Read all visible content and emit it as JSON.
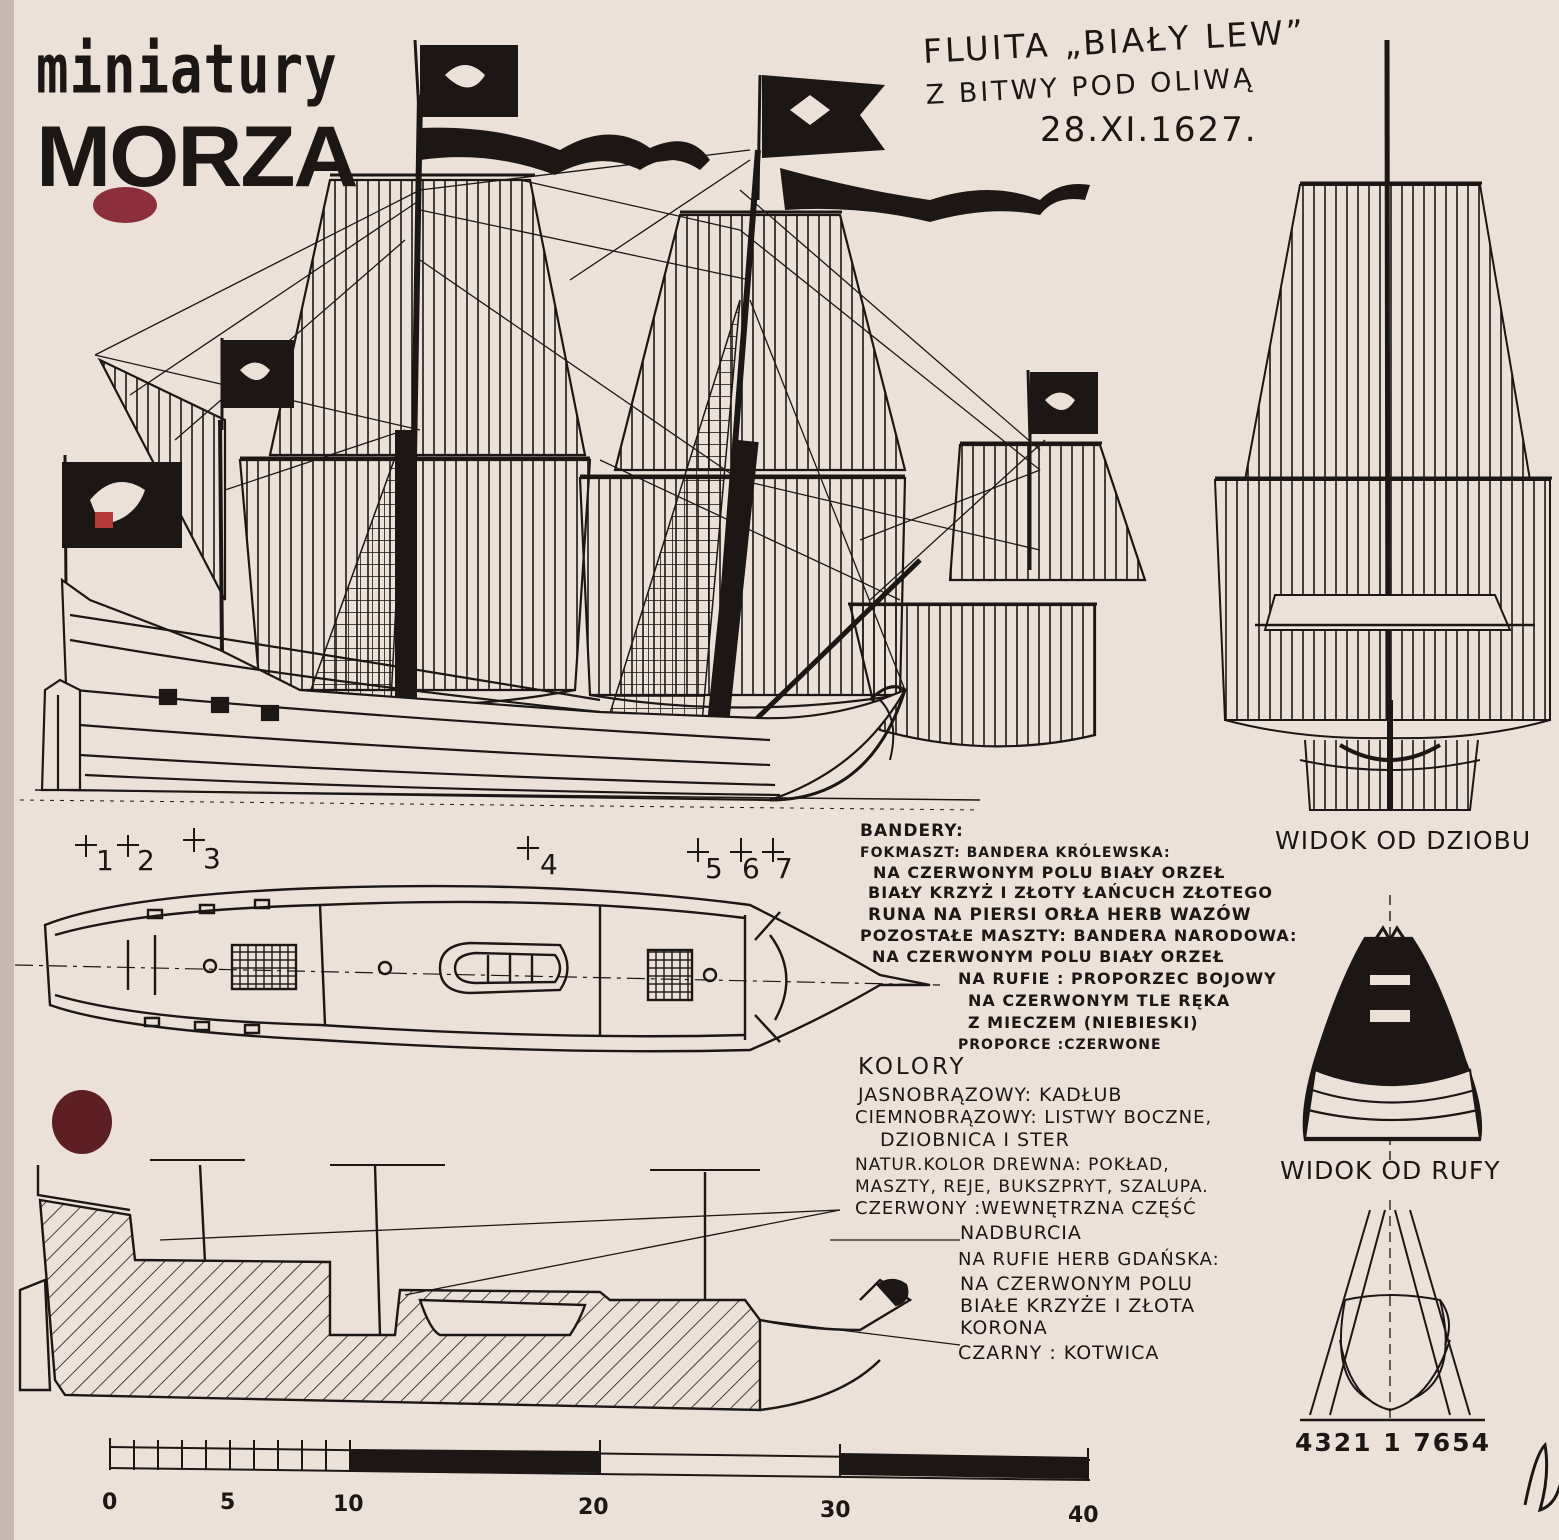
{
  "logo": {
    "line1": "miniatury",
    "line2": "MORZA"
  },
  "title": {
    "line1": "FLUITA „BIAŁY LEW”",
    "line2": "Z BITWY POD OLIWĄ",
    "date": "28.XI.1627."
  },
  "markers": [
    "1",
    "2",
    "3",
    "4",
    "5",
    "6",
    "7"
  ],
  "legend_flags": {
    "heading": "BANDERY:",
    "lines": [
      "FOKMASZT: BANDERA KRÓLEWSKA:",
      "NA CZERWONYM POLU BIAŁY ORZEŁ",
      "BIAŁY KRZYŻ I ZŁOTY ŁAŃCUCH ZŁOTEGO",
      "RUNA NA PIERSI ORŁA HERB WAZÓW",
      "POZOSTAŁE MASZTY: BANDERA NARODOWA:",
      "NA CZERWONYM POLU BIAŁY ORZEŁ",
      "NA RUFIE : PROPORZEC BOJOWY",
      "NA CZERWONYM TLE RĘKA",
      "Z MIECZEM (NIEBIESKI)",
      "PROPORCE :CZERWONE"
    ]
  },
  "legend_colors": {
    "heading": "KOLORY",
    "lines": [
      "JASNOBRĄZOWY: KADŁUB",
      "CIEMNOBRĄZOWY: LISTWY BOCZNE,",
      "DZIOBNICA I STER",
      "NATUR.KOLOR DREWNA: POKŁAD,",
      "MASZTY, REJE, BUKSZPRYT, SZALUPA.",
      "CZERWONY :WEWNĘTRZNA CZĘŚĆ",
      "NADBURCIA",
      "NA RUFIE HERB GDAŃSKA:",
      "NA CZERWONYM POLU",
      "BIAŁE KRZYŻE I ZŁOTA",
      "KORONA",
      "CZARNY : KOTWICA"
    ]
  },
  "views": {
    "bow": "WIDOK OD DZIOBU",
    "stern": "WIDOK OD RUFY"
  },
  "section_numbers": "4321 1 7654",
  "scale": {
    "labels": [
      "0",
      "5",
      "10",
      "20",
      "30",
      "40"
    ]
  },
  "colors": {
    "ink": "#1c1715",
    "paper": "#ebe1d8",
    "stain": "#5e1f22",
    "logo_red": "#8c2f3a"
  }
}
